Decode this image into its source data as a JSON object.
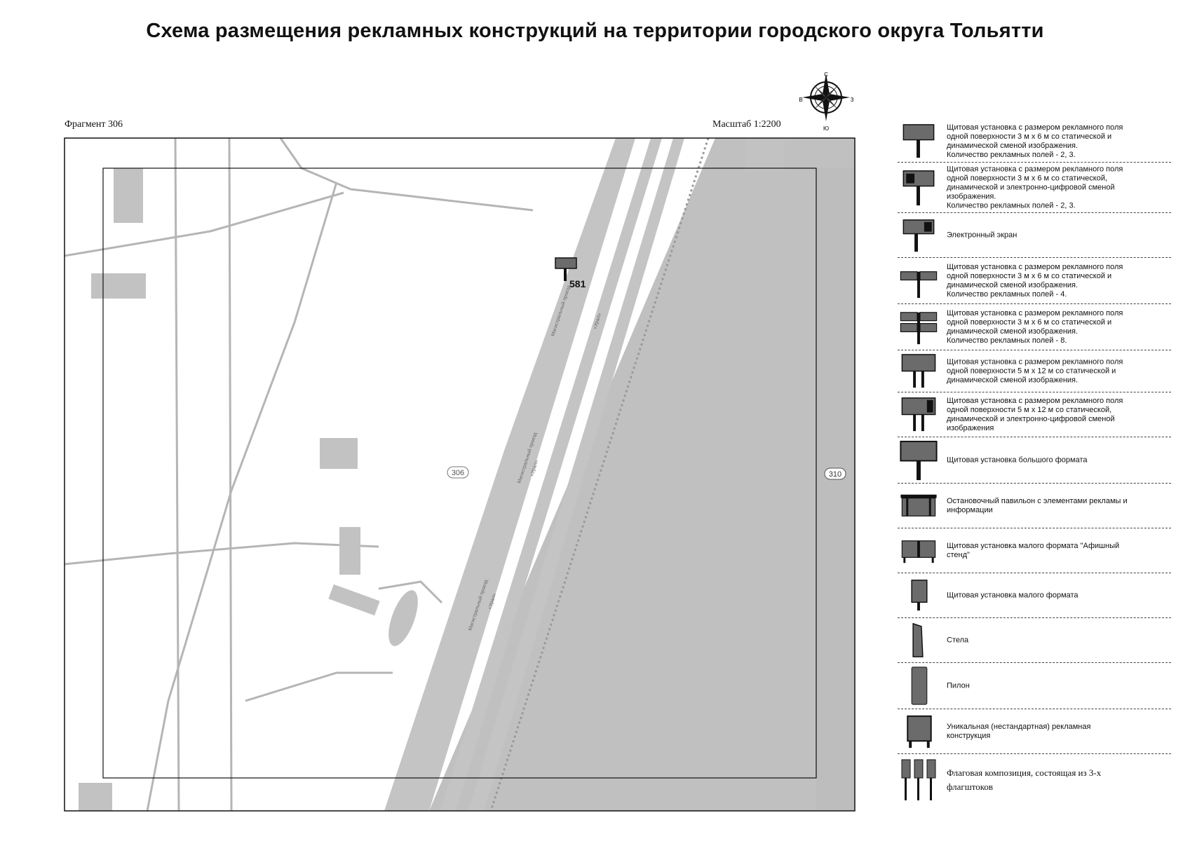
{
  "title": "Схема размещения рекламных конструкций на территории городского округа Тольятти",
  "fragment_label": "Фрагмент 306",
  "scale_label": "Масштаб 1:2200",
  "compass": {
    "n": "С",
    "s": "Ю",
    "w": "В",
    "e": "З"
  },
  "map": {
    "marker_id": "581",
    "zone_label": "306",
    "adjacent_label": "310",
    "street_labels": [
      "Магистральный проезд",
      "«Урал»"
    ]
  },
  "legend": [
    {
      "icon": "billboard-3x6-icon",
      "text": "Щитовая установка с размером рекламного поля\nодной поверхности 3 м х 6 м со статической и\nдинамической сменой изображения.\nКоличество рекламных полей - 2, 3."
    },
    {
      "icon": "billboard-3x6-digital-icon",
      "text": "Щитовая установка с размером рекламного поля\nодной поверхности 3 м х 6 м со статической,\nдинамической и электронно-цифровой сменой\nизображения.\nКоличество рекламных полей - 2, 3."
    },
    {
      "icon": "electronic-screen-icon",
      "text": "Электронный экран"
    },
    {
      "icon": "billboard-4-fields-icon",
      "text": "Щитовая установка с размером рекламного поля\nодной поверхности 3 м х 6 м со статической и\nдинамической сменой изображения.\nКоличество рекламных полей - 4."
    },
    {
      "icon": "billboard-8-fields-icon",
      "text": "Щитовая установка с размером рекламного поля\nодной поверхности 3 м х 6 м со статической и\nдинамической сменой изображения.\nКоличество рекламных полей - 8."
    },
    {
      "icon": "billboard-5x12-icon",
      "text": "Щитовая установка с размером рекламного поля\nодной поверхности 5 м х 12 м со статической и\nдинамической сменой изображения."
    },
    {
      "icon": "billboard-5x12-digital-icon",
      "text": "Щитовая установка с размером рекламного поля\nодной поверхности 5 м х 12 м со статической,\nдинамической и электронно-цифровой сменой\nизображения"
    },
    {
      "icon": "large-format-billboard-icon",
      "text": "Щитовая установка большого формата"
    },
    {
      "icon": "bus-stop-pavilion-icon",
      "text": "Остановочный павильон с элементами рекламы и\nинформации"
    },
    {
      "icon": "poster-stand-icon",
      "text": "Щитовая установка малого формата \"Афишный\nстенд\""
    },
    {
      "icon": "small-format-icon",
      "text": "Щитовая установка малого формата"
    },
    {
      "icon": "stele-icon",
      "text": "Стела"
    },
    {
      "icon": "pylon-icon",
      "text": "Пилон"
    },
    {
      "icon": "unique-construction-icon",
      "text": "Уникальная (нестандартная) рекламная\nконструкция"
    },
    {
      "icon": "flag-composition-icon",
      "text": "Флаговая композиция, состоящая из 3-х\nфлагштоков"
    }
  ]
}
